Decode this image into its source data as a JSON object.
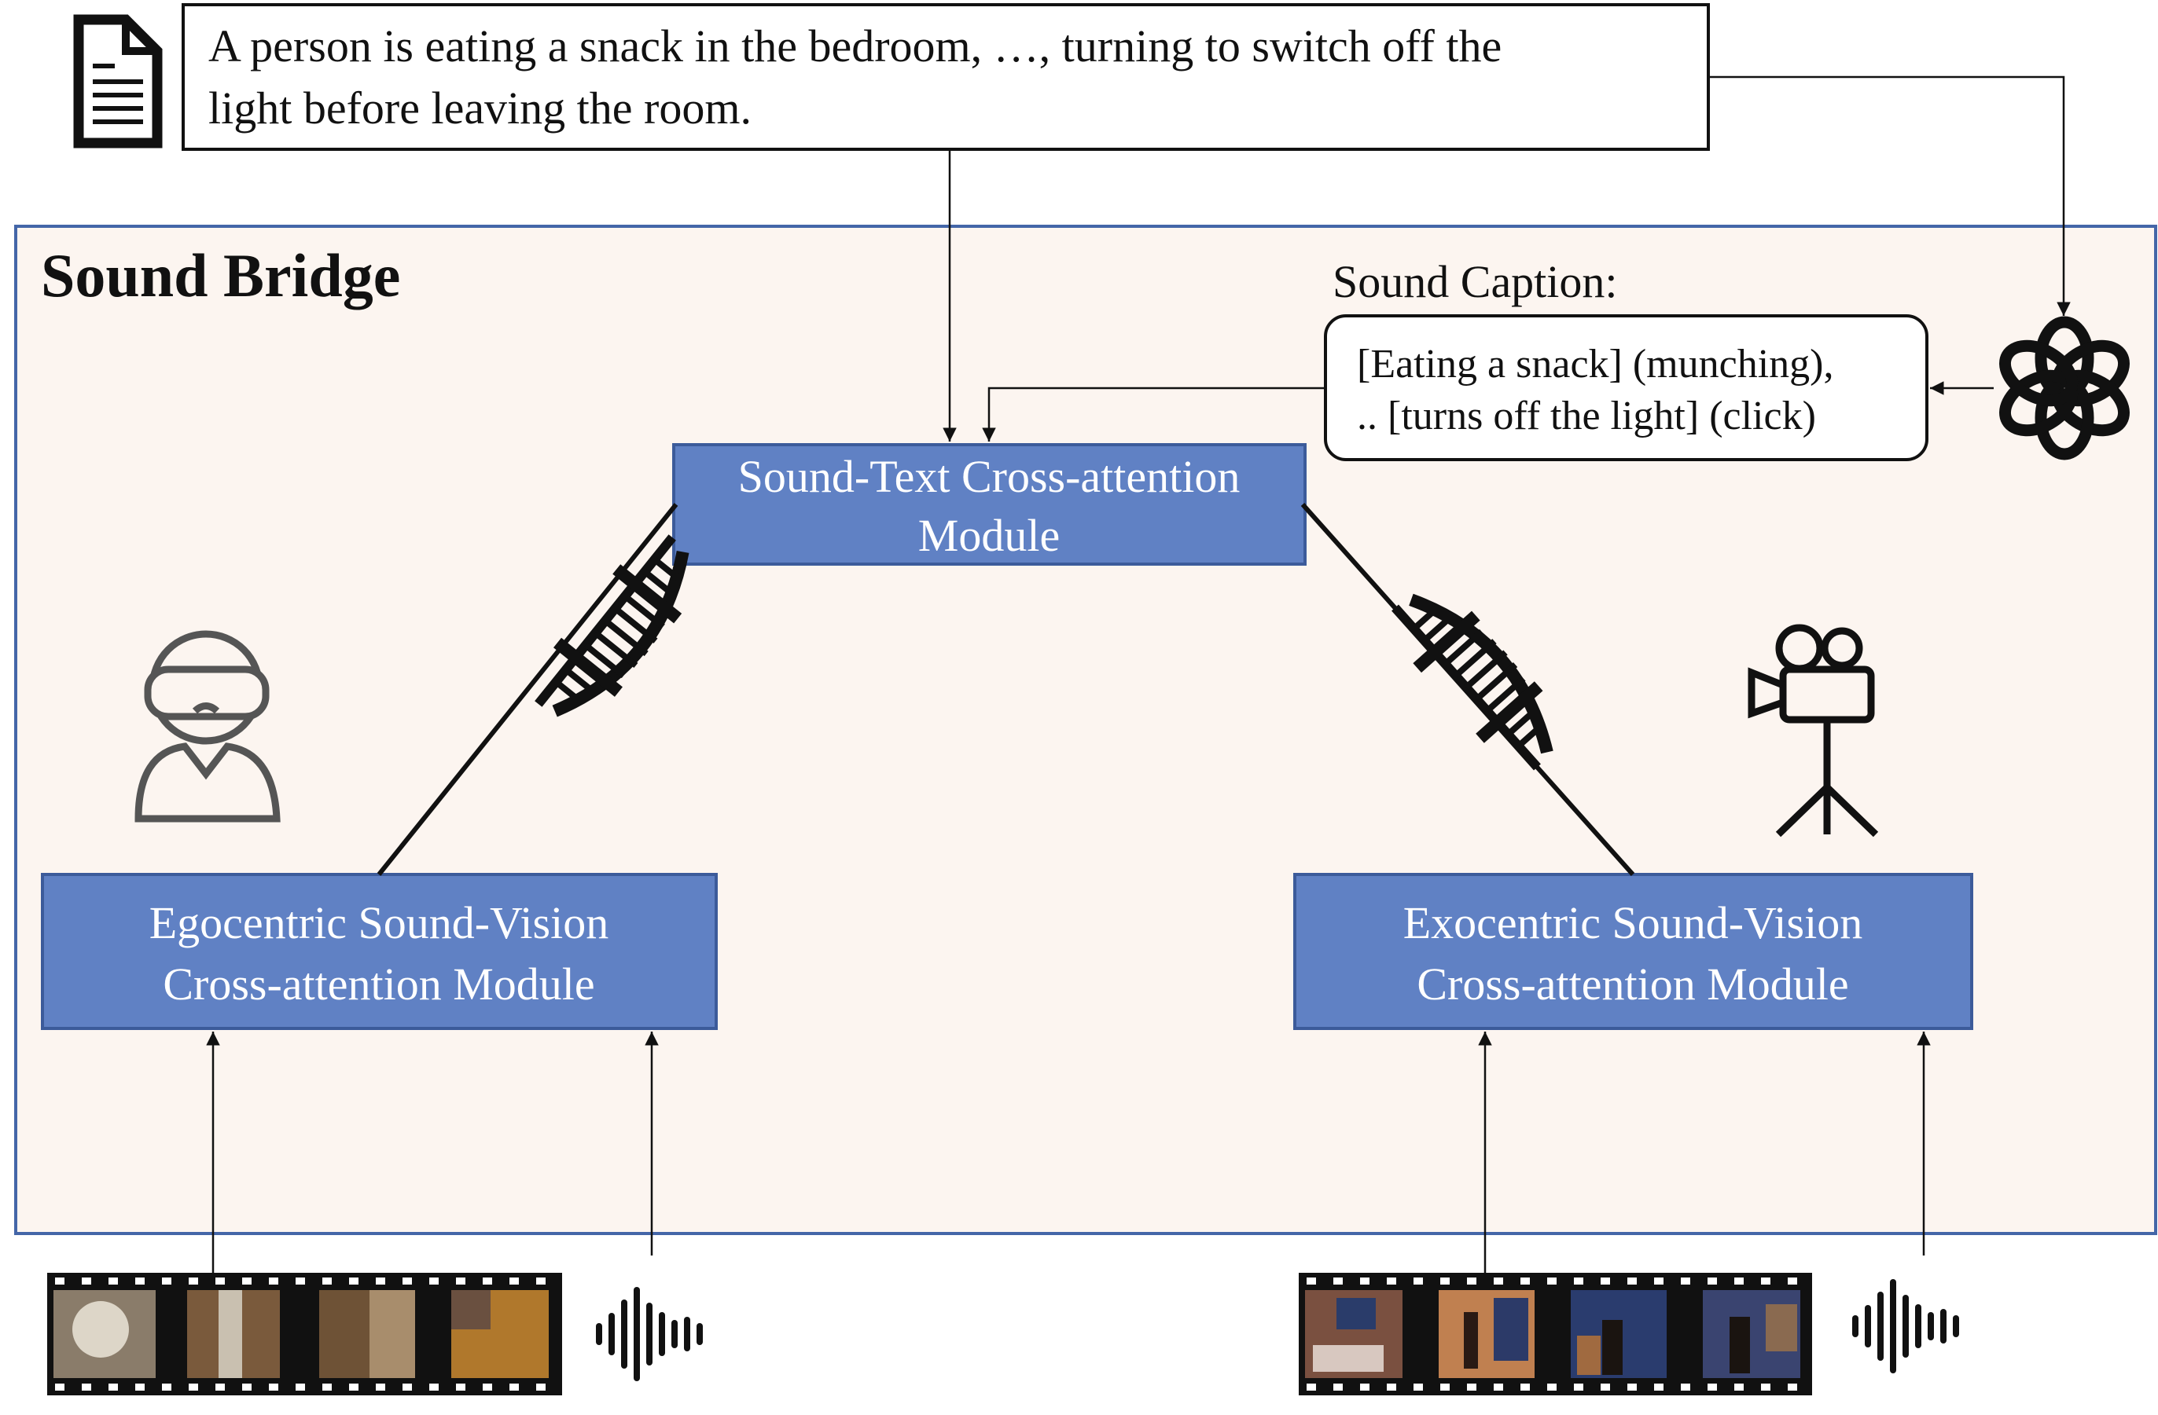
{
  "query": {
    "line1": "A person is eating a snack in the bedroom, …, turning to switch off the",
    "line2": "light before leaving the room."
  },
  "panel": {
    "title": "Sound Bridge"
  },
  "sound_caption": {
    "heading": "Sound Caption:",
    "line1": "[Eating  a  snack]  (munching),",
    "line2": ".. [turns off the light] (click)"
  },
  "modules": {
    "sound_text": {
      "line1": "Sound-Text Cross-attention",
      "line2": "Module"
    },
    "ego": {
      "line1": "Egocentric Sound-Vision",
      "line2": "Cross-attention Module"
    },
    "exo": {
      "line1": "Exocentric Sound-Vision",
      "line2": "Cross-attention Module"
    }
  },
  "icons": [
    "document-icon",
    "chatgpt-logo-icon",
    "vr-headset-person-icon",
    "camera-tripod-icon",
    "bridge-icon",
    "audio-waveform-icon",
    "film-strip-icon"
  ],
  "colors": {
    "panel_bg": "#fcf5f0",
    "panel_border": "#4466a8",
    "module_fill": "#6081c4",
    "module_border": "#3c5b9a",
    "module_text": "#ffffff",
    "icon_gray": "#555555"
  }
}
